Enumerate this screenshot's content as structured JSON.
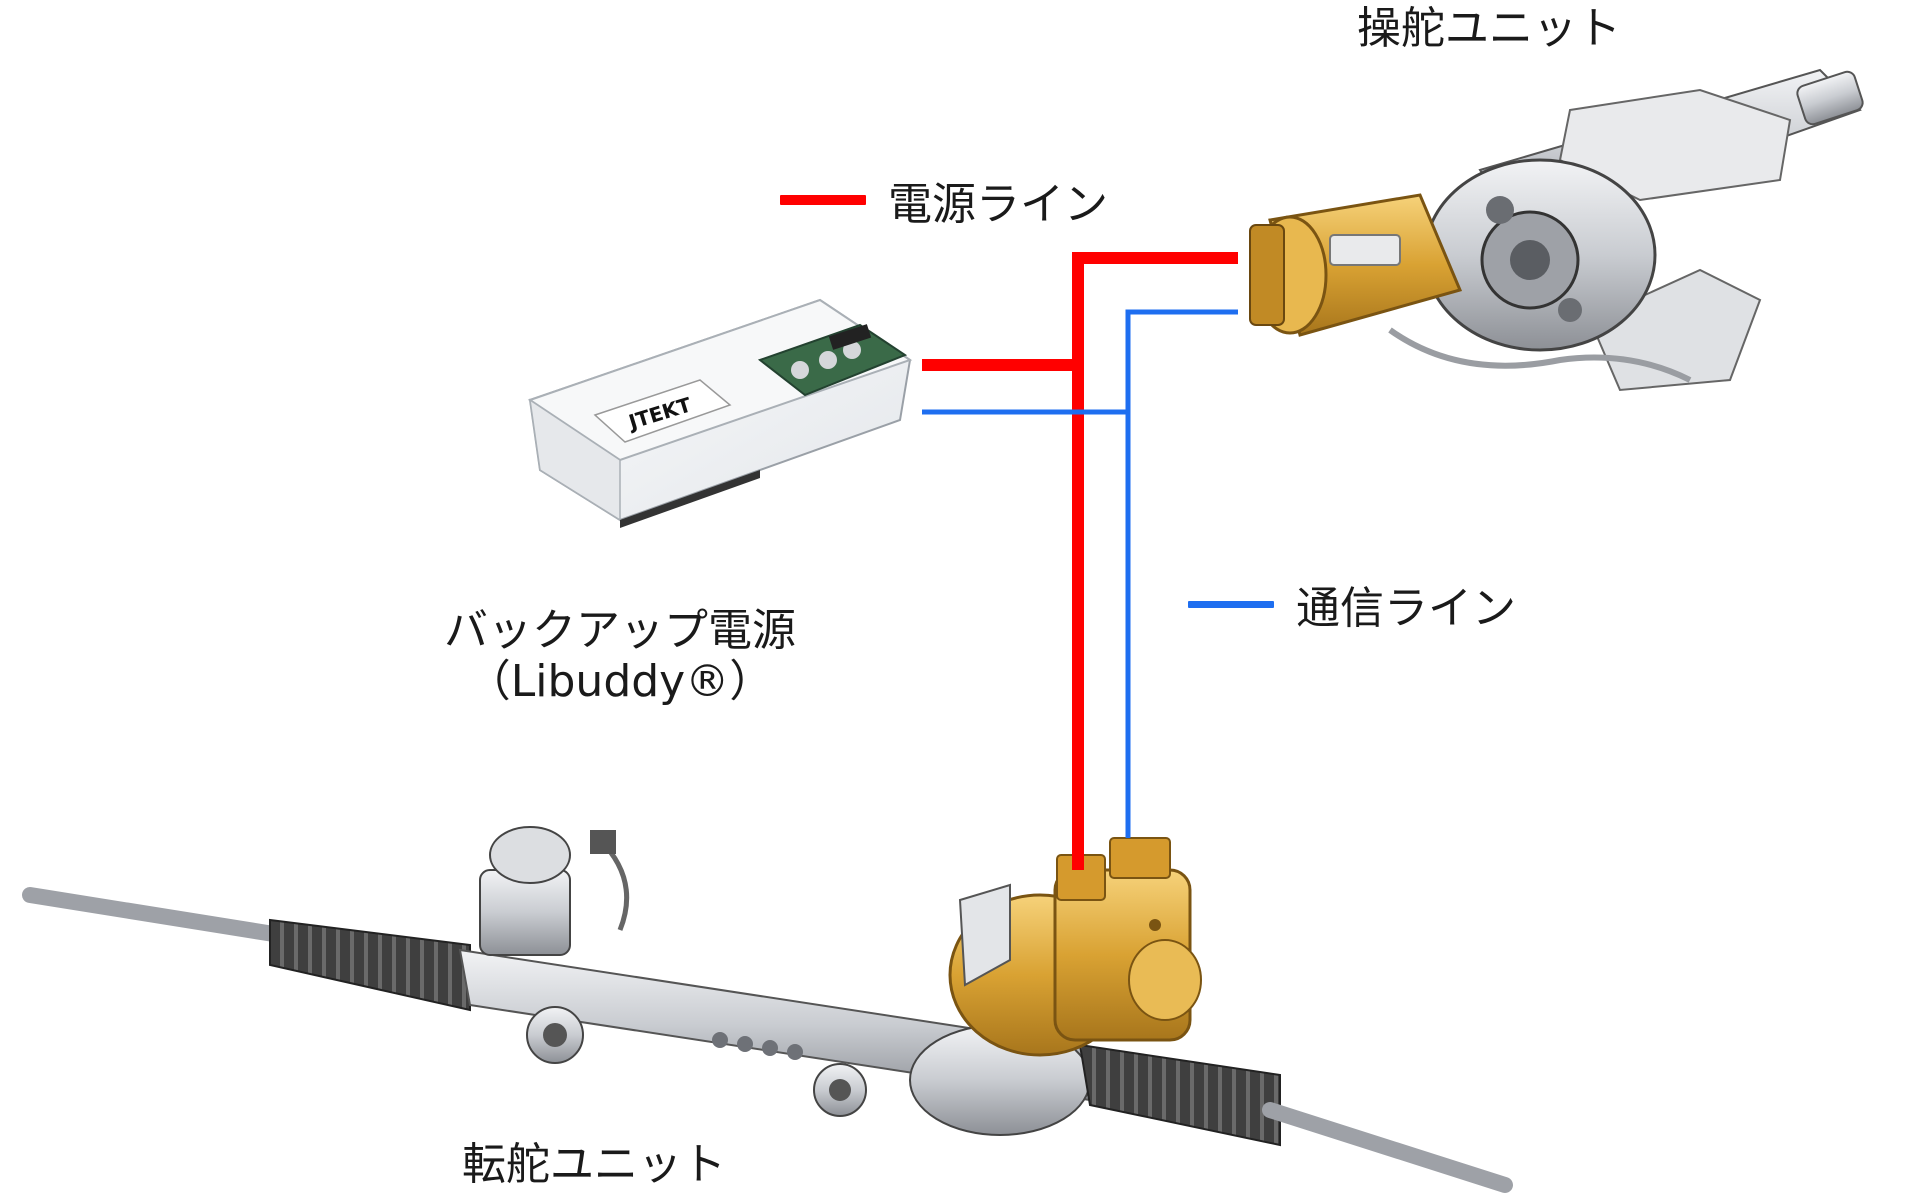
{
  "legend": {
    "power_line": {
      "label": "電源ライン",
      "color": "#ff0000"
    },
    "comm_line": {
      "label": "通信ライン",
      "color": "#1e6ef0"
    }
  },
  "components": {
    "steering_unit": {
      "label": "操舵ユニット"
    },
    "backup_power": {
      "label_line1": "バックアップ電源",
      "label_line2": "（Libuddy®）",
      "brand_text": "JTEKT"
    },
    "turning_unit": {
      "label": "転舵ユニット"
    }
  },
  "colors": {
    "motor_gold": "#d9a233",
    "metal_gray": "#c9ccd1",
    "dark_gray": "#4a4d52",
    "boot_black": "#3a3a3a"
  }
}
